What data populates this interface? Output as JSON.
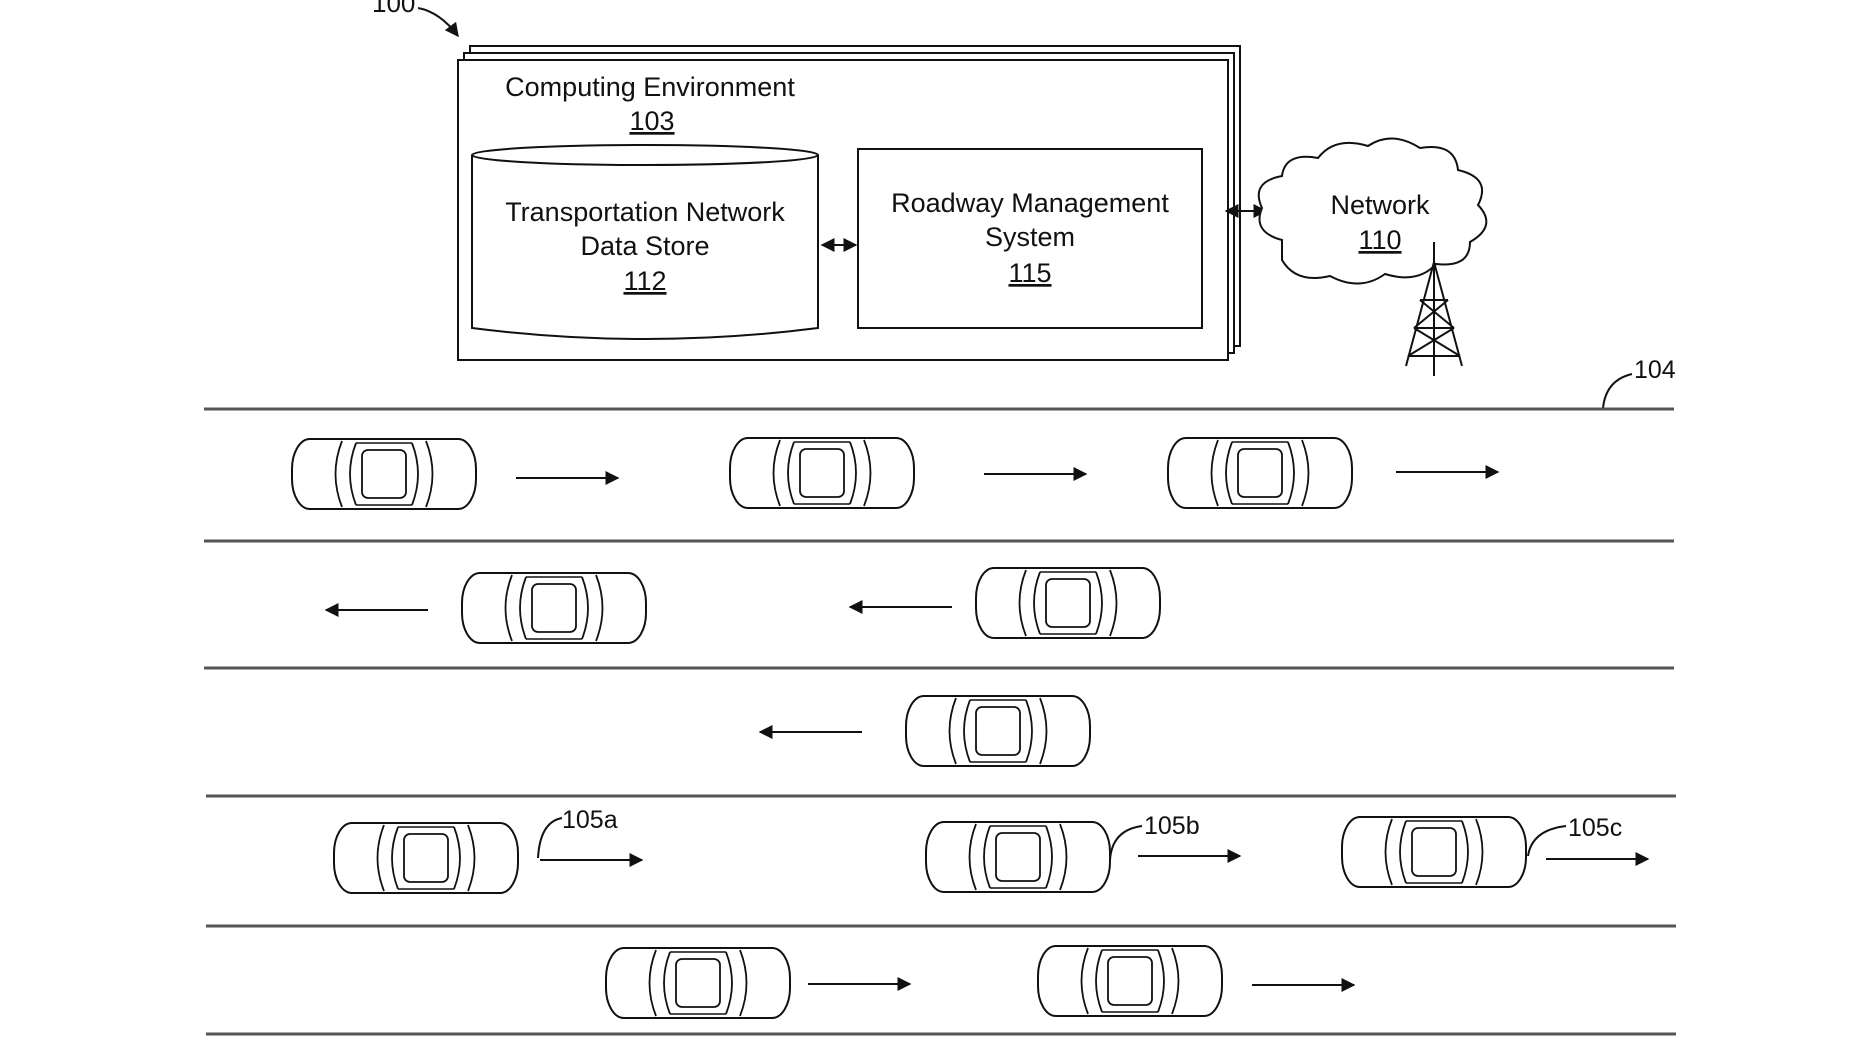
{
  "figure_ref": "100",
  "computing_environment": {
    "label": "Computing Environment",
    "ref": "103"
  },
  "data_store": {
    "line1": "Transportation Network",
    "line2": "Data Store",
    "ref": "112"
  },
  "management_system": {
    "line1": "Roadway Management",
    "line2": "System",
    "ref": "115"
  },
  "network": {
    "label": "Network",
    "ref": "110"
  },
  "roadway": {
    "ref": "104"
  },
  "vehicle_labels": [
    "105a",
    "105b",
    "105c"
  ],
  "lanes": [
    {
      "direction": "right",
      "vehicles": 3
    },
    {
      "direction": "left",
      "vehicles": 2
    },
    {
      "direction": "left",
      "vehicles": 1
    },
    {
      "direction": "right",
      "vehicles": 3
    },
    {
      "direction": "right",
      "vehicles": 2
    }
  ],
  "colors": {
    "line": "#111111",
    "road_line": "#555555",
    "background": "#ffffff"
  }
}
